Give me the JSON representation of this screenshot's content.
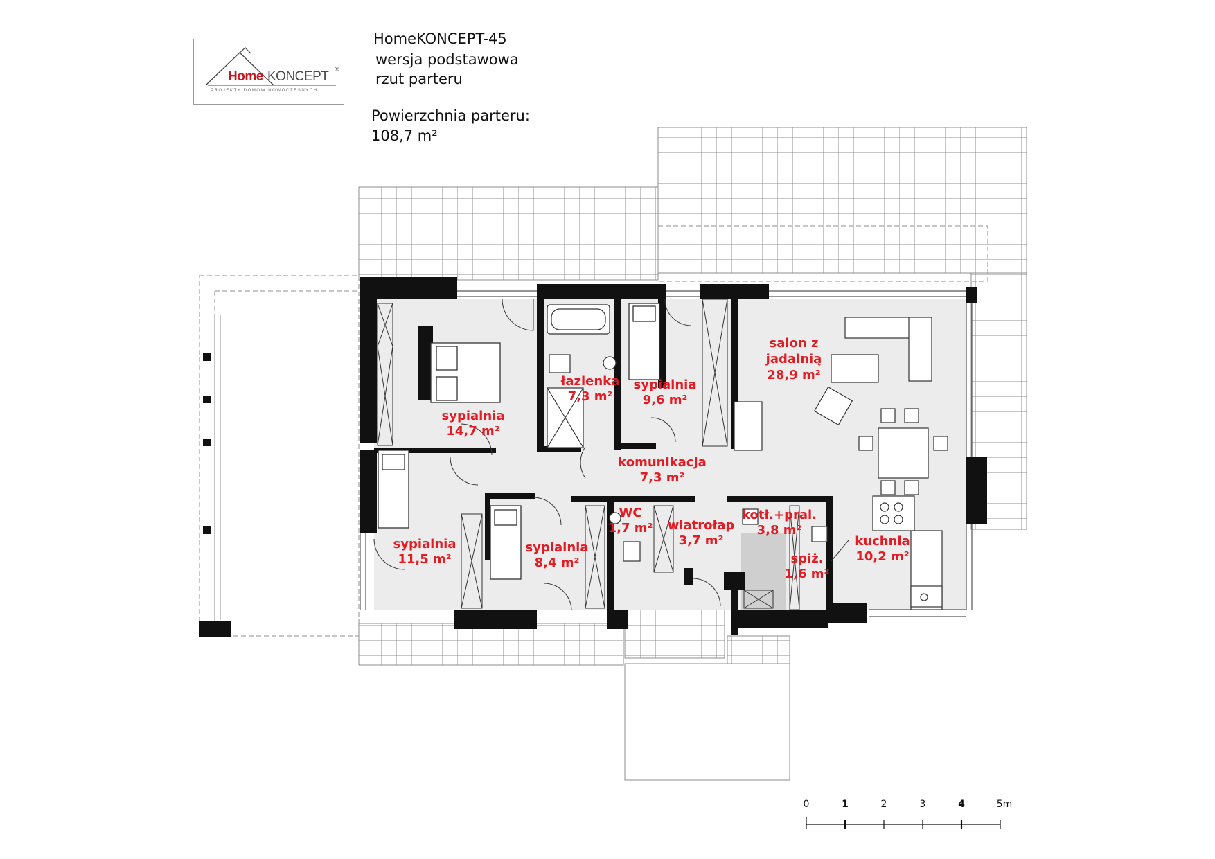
{
  "logo": {
    "brand_home": "Home",
    "brand_koncept": "KONCEPT",
    "registered": "®",
    "tagline": "PROJEKTY DOMÓW NOWOCZESNYCH",
    "roof_icon": "house-roof-icon"
  },
  "header": {
    "title": "HomeKONCEPT-45",
    "subtitle": "wersja podstawowa",
    "view": "rzut parteru",
    "area_label": "Powierzchnia parteru:",
    "area_value": "108,7 m²"
  },
  "rooms": [
    {
      "id": "sypialnia-1",
      "name": "sypialnia",
      "area": "14,7 m²"
    },
    {
      "id": "lazienka",
      "name": "łazienka",
      "area": "7,3 m²"
    },
    {
      "id": "sypialnia-2",
      "name": "sypialnia",
      "area": "9,6 m²"
    },
    {
      "id": "salon",
      "name": "salon z",
      "name2": "jadalnią",
      "area": "28,9 m²"
    },
    {
      "id": "komunikacja",
      "name": "komunikacja",
      "area": "7,3 m²"
    },
    {
      "id": "sypialnia-3",
      "name": "sypialnia",
      "area": "11,5 m²"
    },
    {
      "id": "sypialnia-4",
      "name": "sypialnia",
      "area": "8,4 m²"
    },
    {
      "id": "wc",
      "name": "WC",
      "area": "1,7 m²"
    },
    {
      "id": "wiatrolap",
      "name": "wiatrołap",
      "area": "3,7 m²"
    },
    {
      "id": "kotlownia",
      "name": "kotł.+pral.",
      "area": "3,8 m²"
    },
    {
      "id": "spizarnia",
      "name": "spiż.",
      "area": "1,6 m²"
    },
    {
      "id": "kuchnia",
      "name": "kuchnia",
      "area": "10,2 m²"
    }
  ],
  "scale_bar": {
    "labels": [
      "0",
      "1",
      "2",
      "3",
      "4",
      "5m"
    ]
  },
  "colors": {
    "label_red": "#e31b23",
    "wall": "#111111",
    "floor": "#ececec",
    "tile_line": "#8c8c8c"
  }
}
